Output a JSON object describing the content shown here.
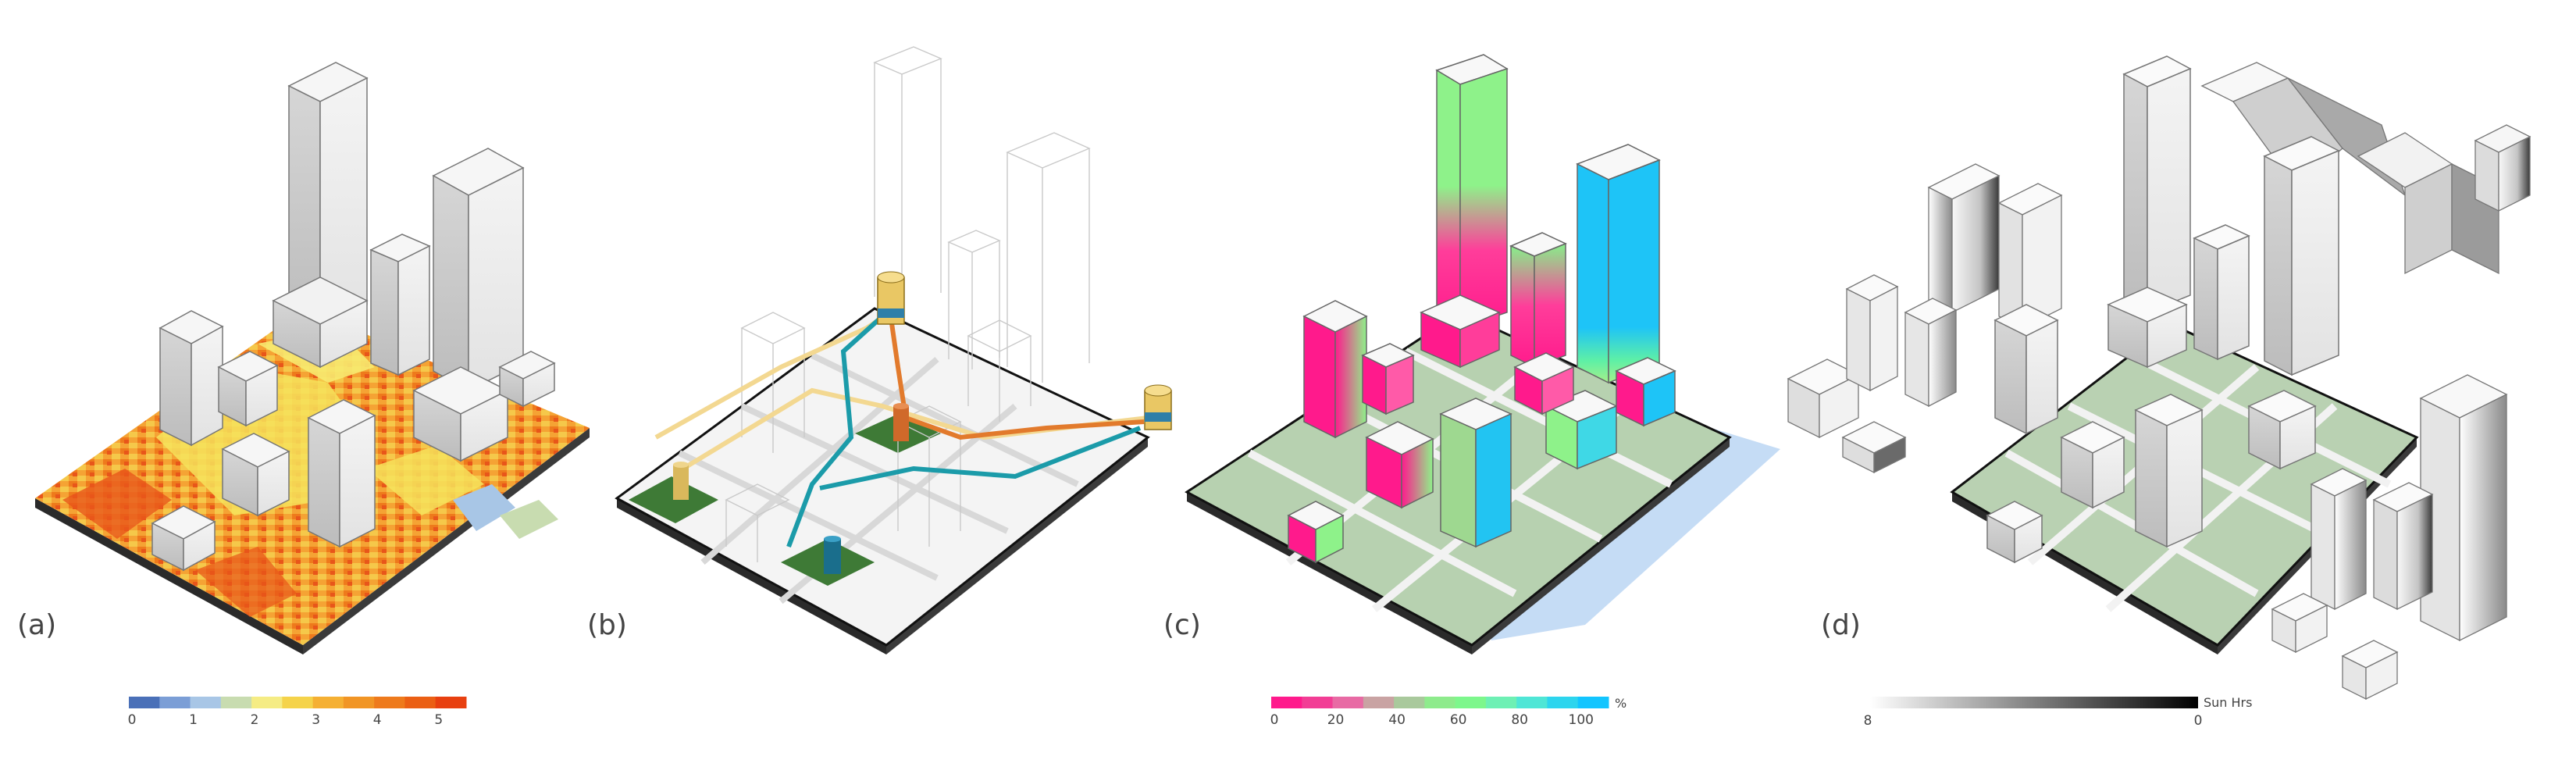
{
  "panels": [
    {
      "id": "a",
      "label": "(a)"
    },
    {
      "id": "b",
      "label": "(b)"
    },
    {
      "id": "c",
      "label": "(c)"
    },
    {
      "id": "d",
      "label": "(d)"
    }
  ],
  "legends": {
    "a": {
      "colors": [
        "#4a70b8",
        "#7b9ed6",
        "#a8c6e6",
        "#c8dcb0",
        "#f5ec84",
        "#f5d34a",
        "#f5b033",
        "#f19525",
        "#ee7a1c",
        "#eb5f14",
        "#e84010"
      ],
      "ticks": [
        "0",
        "1",
        "2",
        "3",
        "4",
        "5"
      ]
    },
    "c": {
      "colors": [
        "#ff1a8c",
        "#f23d95",
        "#e86aa4",
        "#c9a3a3",
        "#a9c99c",
        "#8eeb8c",
        "#7df78c",
        "#6ef0b4",
        "#4fe6d6",
        "#2dd5ee",
        "#12c5ff"
      ],
      "ticks": [
        "0",
        "20",
        "40",
        "60",
        "80",
        "100"
      ],
      "unit": "%"
    },
    "d": {
      "unit": "Sun Hrs",
      "ticks": [
        "8",
        "0"
      ]
    }
  }
}
